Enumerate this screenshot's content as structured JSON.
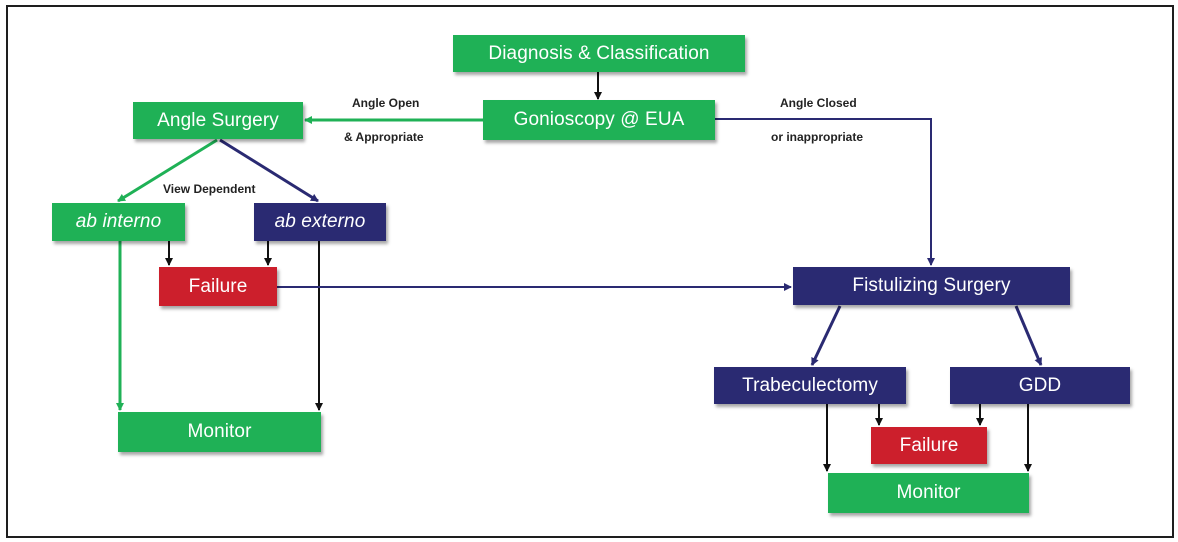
{
  "diagram": {
    "colors": {
      "primary_green": "#1fb156",
      "navy": "#2a2a72",
      "failure_red": "#cc1f2c",
      "connector_black": "#111111"
    },
    "nodes": {
      "diagnosis": "Diagnosis & Classification",
      "gonioscopy": "Gonioscopy @ EUA",
      "angle_surgery": "Angle Surgery",
      "ab_interno": "ab interno",
      "ab_externo": "ab externo",
      "failure_left": "Failure",
      "monitor_left": "Monitor",
      "fistulizing": "Fistulizing Surgery",
      "trabeculectomy": "Trabeculectomy",
      "gdd": "GDD",
      "failure_right": "Failure",
      "monitor_right": "Monitor"
    },
    "edge_labels": {
      "angle_open_1": "Angle Open",
      "angle_open_2": "& Appropriate",
      "angle_closed_1": "Angle Closed",
      "angle_closed_2": "or inappropriate",
      "view_dependent": "View Dependent"
    },
    "edges": [
      {
        "from": "diagnosis",
        "to": "gonioscopy",
        "color": "black"
      },
      {
        "from": "gonioscopy",
        "to": "angle_surgery",
        "color": "green",
        "label": "Angle Open & Appropriate"
      },
      {
        "from": "gonioscopy",
        "to": "fistulizing",
        "color": "navy",
        "label": "Angle Closed or inappropriate"
      },
      {
        "from": "angle_surgery",
        "to": "ab_interno",
        "color": "green",
        "label": "View Dependent"
      },
      {
        "from": "angle_surgery",
        "to": "ab_externo",
        "color": "navy",
        "label": "View Dependent"
      },
      {
        "from": "ab_interno",
        "to": "failure_left",
        "color": "black"
      },
      {
        "from": "ab_externo",
        "to": "failure_left",
        "color": "black"
      },
      {
        "from": "ab_interno",
        "to": "monitor_left",
        "color": "green"
      },
      {
        "from": "ab_externo",
        "to": "monitor_left",
        "color": "black"
      },
      {
        "from": "failure_left",
        "to": "fistulizing",
        "color": "navy"
      },
      {
        "from": "fistulizing",
        "to": "trabeculectomy",
        "color": "navy"
      },
      {
        "from": "fistulizing",
        "to": "gdd",
        "color": "navy"
      },
      {
        "from": "trabeculectomy",
        "to": "failure_right",
        "color": "black"
      },
      {
        "from": "gdd",
        "to": "failure_right",
        "color": "black"
      },
      {
        "from": "trabeculectomy",
        "to": "monitor_right",
        "color": "black"
      },
      {
        "from": "gdd",
        "to": "monitor_right",
        "color": "black"
      }
    ]
  }
}
